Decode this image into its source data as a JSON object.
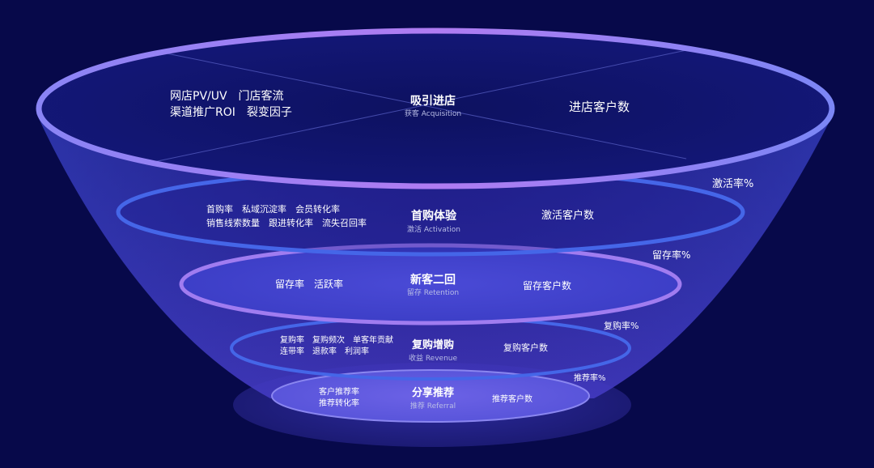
{
  "colors": {
    "background": "#07094a",
    "ring_purple": "#a46cf0",
    "ring_blue": "#4566e8",
    "text": "#ffffff",
    "subtext": "#b9bde6"
  },
  "stages": [
    {
      "title": "吸引进店",
      "subtitle": "获客 Acquisition",
      "metrics": [
        "网店PV/UV　门店客流",
        "渠道推广ROI　裂变因子"
      ],
      "count": "进店客户数"
    },
    {
      "title": "首购体验",
      "subtitle": "激活 Activation",
      "metrics": [
        "首购率　私域沉淀率　会员转化率",
        "销售线索数量　跟进转化率　流失召回率"
      ],
      "count": "激活客户数"
    },
    {
      "title": "新客二回",
      "subtitle": "留存 Retention",
      "metrics": [
        "留存率　活跃率"
      ],
      "count": "留存客户数"
    },
    {
      "title": "复购增购",
      "subtitle": "收益 Revenue",
      "metrics": [
        "复购率　复购频次　单客年贡献",
        "连带率　退款率　利润率"
      ],
      "count": "复购客户数"
    },
    {
      "title": "分享推荐",
      "subtitle": "推荐 Referral",
      "metrics": [
        "客户推荐率",
        "推荐转化率"
      ],
      "count": "推荐客户数"
    }
  ],
  "rates": [
    "激活率%",
    "留存率%",
    "复购率%",
    "推荐率%"
  ]
}
